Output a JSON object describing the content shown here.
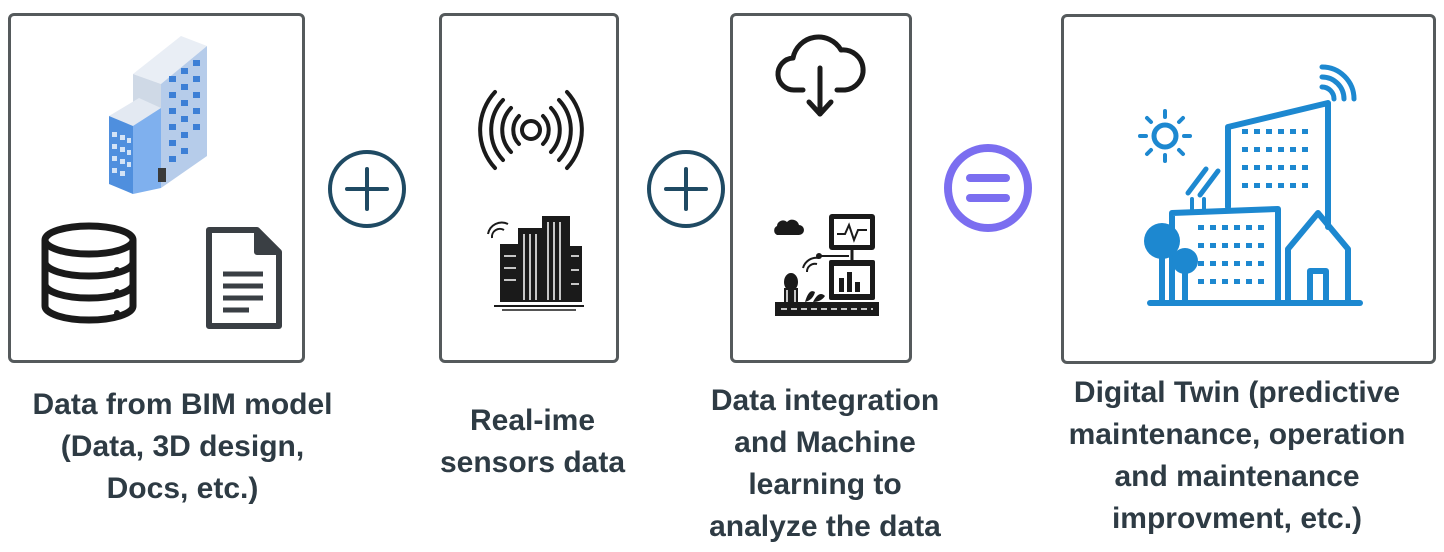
{
  "steps": [
    {
      "label_lines": [
        "Data from BIM model",
        "(Data, 3D design,",
        "Docs, etc.)"
      ],
      "icons": [
        "building-icon",
        "database-icon",
        "document-icon"
      ]
    },
    {
      "label_lines": [
        "Real-ime",
        "sensors data"
      ],
      "icons": [
        "signal-broadcast-icon",
        "smart-building-icon"
      ]
    },
    {
      "label_lines": [
        "Data integration",
        "and Machine",
        "learning to",
        "analyze the data"
      ],
      "icons": [
        "cloud-download-icon",
        "data-analysis-scene-icon"
      ]
    },
    {
      "label_lines": [
        "Digital Twin (predictive",
        "maintenance, operation",
        "and maintenance",
        "improvment, etc.)"
      ],
      "icons": [
        "digital-city-icon"
      ]
    }
  ],
  "operators": [
    "plus",
    "plus",
    "equals"
  ],
  "colors": {
    "panel_border": "#555a5c",
    "plus_operator": "#1f4a63",
    "equals_operator": "#7b6ef0",
    "digital_twin_icon": "#1d88d0",
    "building_icon": "#5a9be6",
    "label_text": "#2e3b44"
  }
}
